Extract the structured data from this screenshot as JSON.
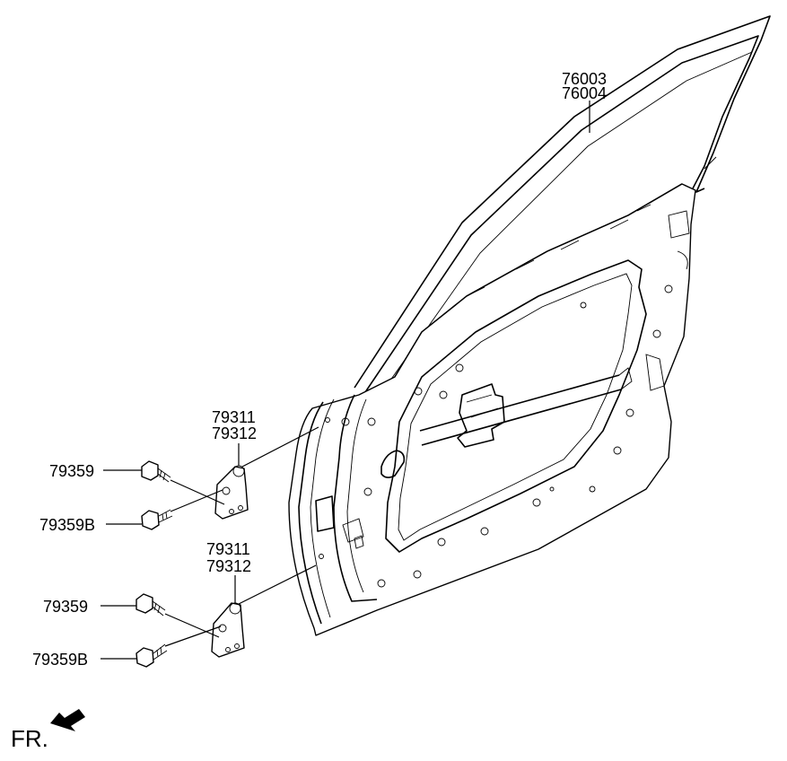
{
  "labels": {
    "frame": [
      "76003",
      "76004"
    ],
    "upper_hinge": [
      "79311",
      "79312"
    ],
    "upper_bolt_a": "79359",
    "upper_bolt_b": "79359B",
    "lower_hinge": [
      "79311",
      "79312"
    ],
    "lower_bolt_a": "79359",
    "lower_bolt_b": "79359B"
  },
  "direction": {
    "text": "FR.",
    "icon": "arrow-forward-left-icon"
  }
}
